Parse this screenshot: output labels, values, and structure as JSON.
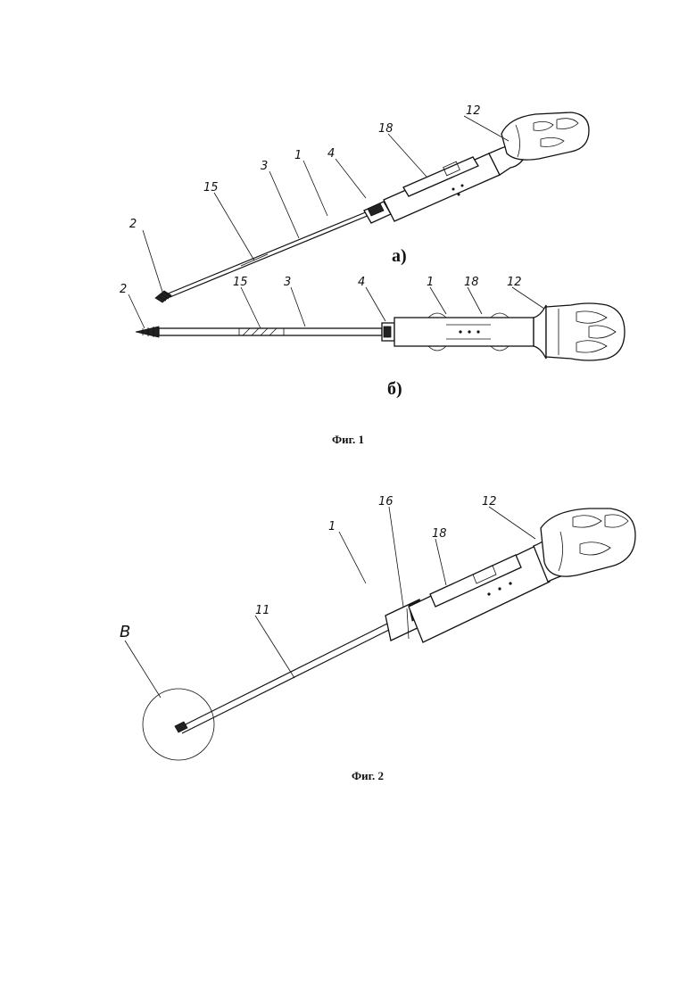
{
  "figure1": {
    "view_a": {
      "sublabel": "а)",
      "refs": {
        "r2": "2",
        "r15": "15",
        "r3": "3",
        "r1": "1",
        "r4": "4",
        "r18": "18",
        "r12": "12"
      }
    },
    "view_b": {
      "sublabel": "б)",
      "refs": {
        "r2": "2",
        "r15": "15",
        "r3": "3",
        "r4": "4",
        "r1": "1",
        "r18": "18",
        "r12": "12"
      }
    },
    "caption": "Фиг. 1"
  },
  "figure2": {
    "refs": {
      "r1": "1",
      "r16": "16",
      "r18": "18",
      "r12": "12",
      "r11": "11",
      "rB": "B"
    },
    "caption": "Фиг. 2"
  }
}
